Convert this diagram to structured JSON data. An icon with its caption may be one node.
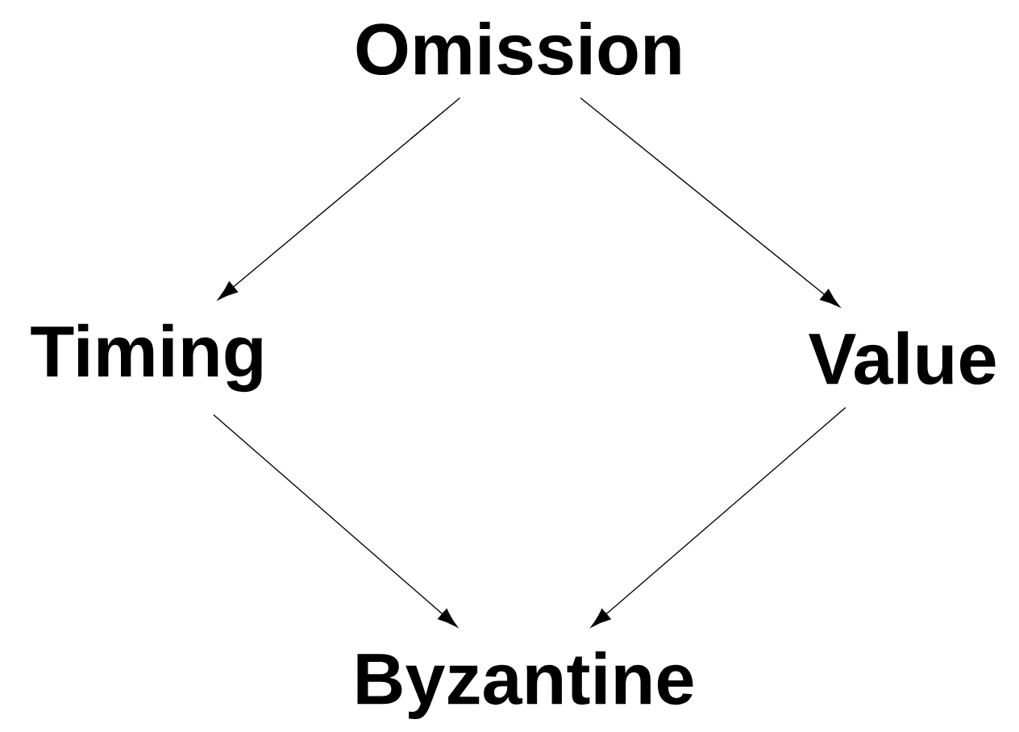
{
  "diagram": {
    "nodes": [
      {
        "text": [
          "Omission"
        ]
      },
      {
        "text": [
          "Timing"
        ]
      },
      {
        "text": [
          "Value"
        ]
      },
      {
        "text": [
          "Byzantine"
        ]
      }
    ],
    "edges": [
      {
        "from": 0,
        "to": 1,
        "arrow": "to"
      },
      {
        "from": 0,
        "to": 2,
        "arrow": "to"
      },
      {
        "from": 1,
        "to": 3,
        "arrow": "to"
      },
      {
        "from": 2,
        "to": 3,
        "arrow": "to"
      }
    ]
  }
}
